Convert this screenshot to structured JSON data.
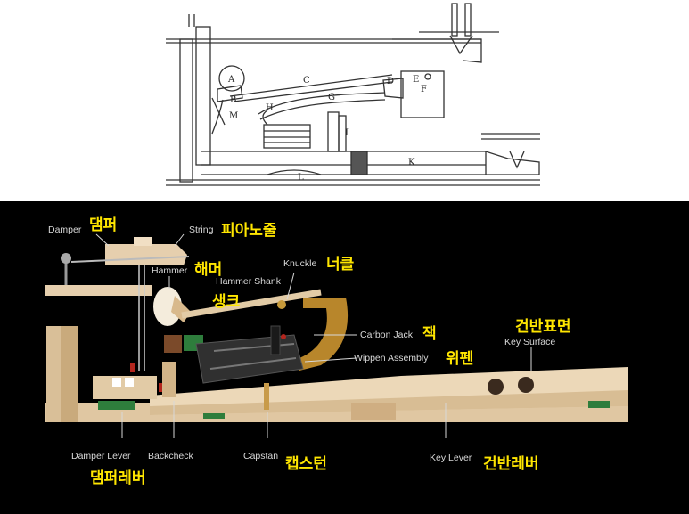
{
  "sketch_letters": {
    "a": "A",
    "b": "B",
    "m": "M",
    "c": "C",
    "g": "G",
    "h": "H",
    "d": "D",
    "e": "E",
    "f": "F",
    "i": "I",
    "k": "K",
    "l": "L"
  },
  "labels": {
    "damper": {
      "en": "Damper",
      "ko": "댐퍼"
    },
    "string": {
      "en": "String",
      "ko": "피아노줄"
    },
    "hammer": {
      "en": "Hammer",
      "ko": "해머"
    },
    "hammer_shank": {
      "en": "Hammer Shank",
      "ko": "생크"
    },
    "knuckle": {
      "en": "Knuckle",
      "ko": "너클"
    },
    "carbon_jack": {
      "en": "Carbon Jack",
      "ko": "잭"
    },
    "wippen_assembly": {
      "en": "Wippen Assembly",
      "ko": "위펜"
    },
    "key_surface": {
      "en": "Key Surface",
      "ko": "건반표면"
    },
    "damper_lever": {
      "en": "Damper Lever",
      "ko": "댐퍼레버"
    },
    "backcheck": {
      "en": "Backcheck"
    },
    "capstan": {
      "en": "Capstan",
      "ko": "캡스턴"
    },
    "key_lever": {
      "en": "Key Lever",
      "ko": "건반레버"
    }
  },
  "colors": {
    "label_ko": "#ffe600",
    "label_en": "#d8d8d8",
    "wood": "#e6cfae",
    "felt_green": "#2e7d3c",
    "brass": "#b8862b",
    "felt_red": "#b3261e"
  }
}
